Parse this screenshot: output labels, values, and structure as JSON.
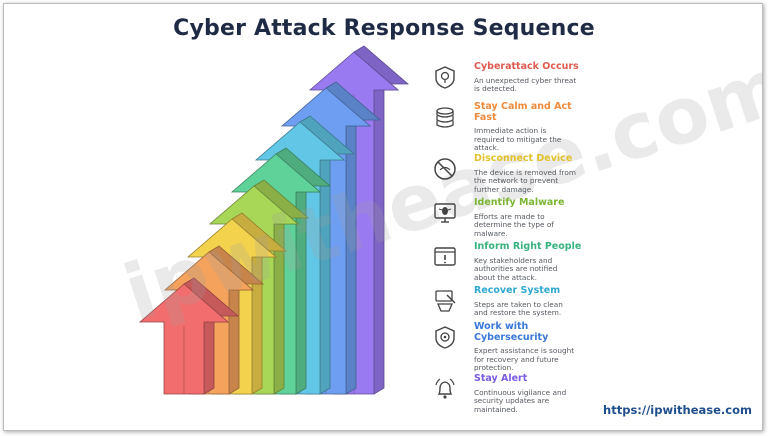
{
  "title": "Cyber Attack Response Sequence",
  "watermark": "ipwithease.com",
  "footer_url": "https://ipwithease.com",
  "arrow_colors": [
    "#f26d6d",
    "#f4a25c",
    "#f3d24e",
    "#a8d657",
    "#5fd29a",
    "#62c7e6",
    "#6e9ef2",
    "#9a7af0"
  ],
  "steps": [
    {
      "heading_lines": [
        "Cyberattack Occurs"
      ],
      "desc_lines": [
        "An unexpected cyber threat",
        "is detected."
      ],
      "color": "#e05a4f",
      "icon": "shield-alert-icon"
    },
    {
      "heading_lines": [
        "Stay Calm and Act",
        "Fast"
      ],
      "desc_lines": [
        "Immediate action is",
        "required to mitigate the",
        "attack."
      ],
      "color": "#ee8a3c",
      "icon": "coins-stack-icon"
    },
    {
      "heading_lines": [
        "Disconnect Device"
      ],
      "desc_lines": [
        "The device is removed from",
        "the network to prevent",
        "further damage."
      ],
      "color": "#e2c22a",
      "icon": "no-connection-icon"
    },
    {
      "heading_lines": [
        "Identify Malware"
      ],
      "desc_lines": [
        "Efforts are made to",
        "determine the type of",
        "malware."
      ],
      "color": "#7bb531",
      "icon": "computer-bug-icon"
    },
    {
      "heading_lines": [
        "Inform Right People"
      ],
      "desc_lines": [
        "Key stakeholders and",
        "authorities are notified",
        "about the attack."
      ],
      "color": "#36b37e",
      "icon": "warning-window-icon"
    },
    {
      "heading_lines": [
        "Recover System"
      ],
      "desc_lines": [
        "Steps are taken to clean",
        "and restore the system."
      ],
      "color": "#2ea8cf",
      "icon": "recovery-tools-icon"
    },
    {
      "heading_lines": [
        "Work with",
        "Cybersecurity"
      ],
      "desc_lines": [
        "Expert assistance is sought",
        "for recovery and future",
        "protection."
      ],
      "color": "#3a78d8",
      "icon": "shield-gear-icon"
    },
    {
      "heading_lines": [
        "Stay Alert"
      ],
      "desc_lines": [
        "Continuous vigilance and",
        "security updates are",
        "maintained."
      ],
      "color": "#7a5be0",
      "icon": "alarm-bell-icon"
    }
  ]
}
